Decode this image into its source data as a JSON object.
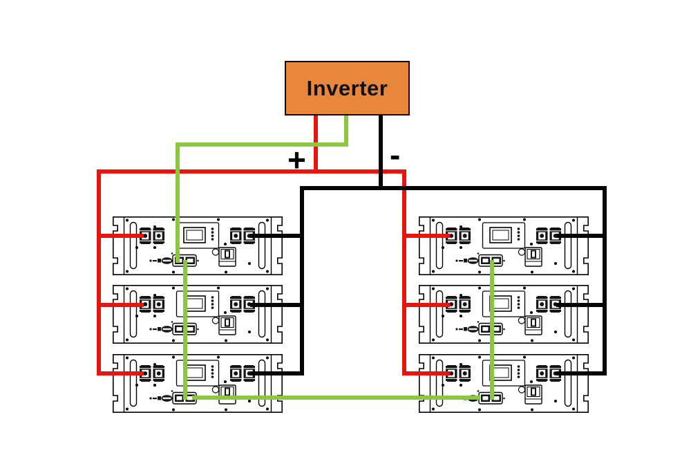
{
  "diagram": {
    "inverter_label": "Inverter",
    "positive_label": "+",
    "negative_label": "-"
  },
  "colors": {
    "background": "#ffffff",
    "positive_wire": "#e81410",
    "negative_wire": "#050505",
    "comm_wire": "#8dc63f",
    "inverter_fill": "#e8873c",
    "outline": "#000000"
  },
  "batteries": {
    "count": 6,
    "rows": 3,
    "columns": 2,
    "items": [
      {
        "id": "left-1"
      },
      {
        "id": "left-2"
      },
      {
        "id": "left-3"
      },
      {
        "id": "right-1"
      },
      {
        "id": "right-2"
      },
      {
        "id": "right-3"
      }
    ]
  }
}
